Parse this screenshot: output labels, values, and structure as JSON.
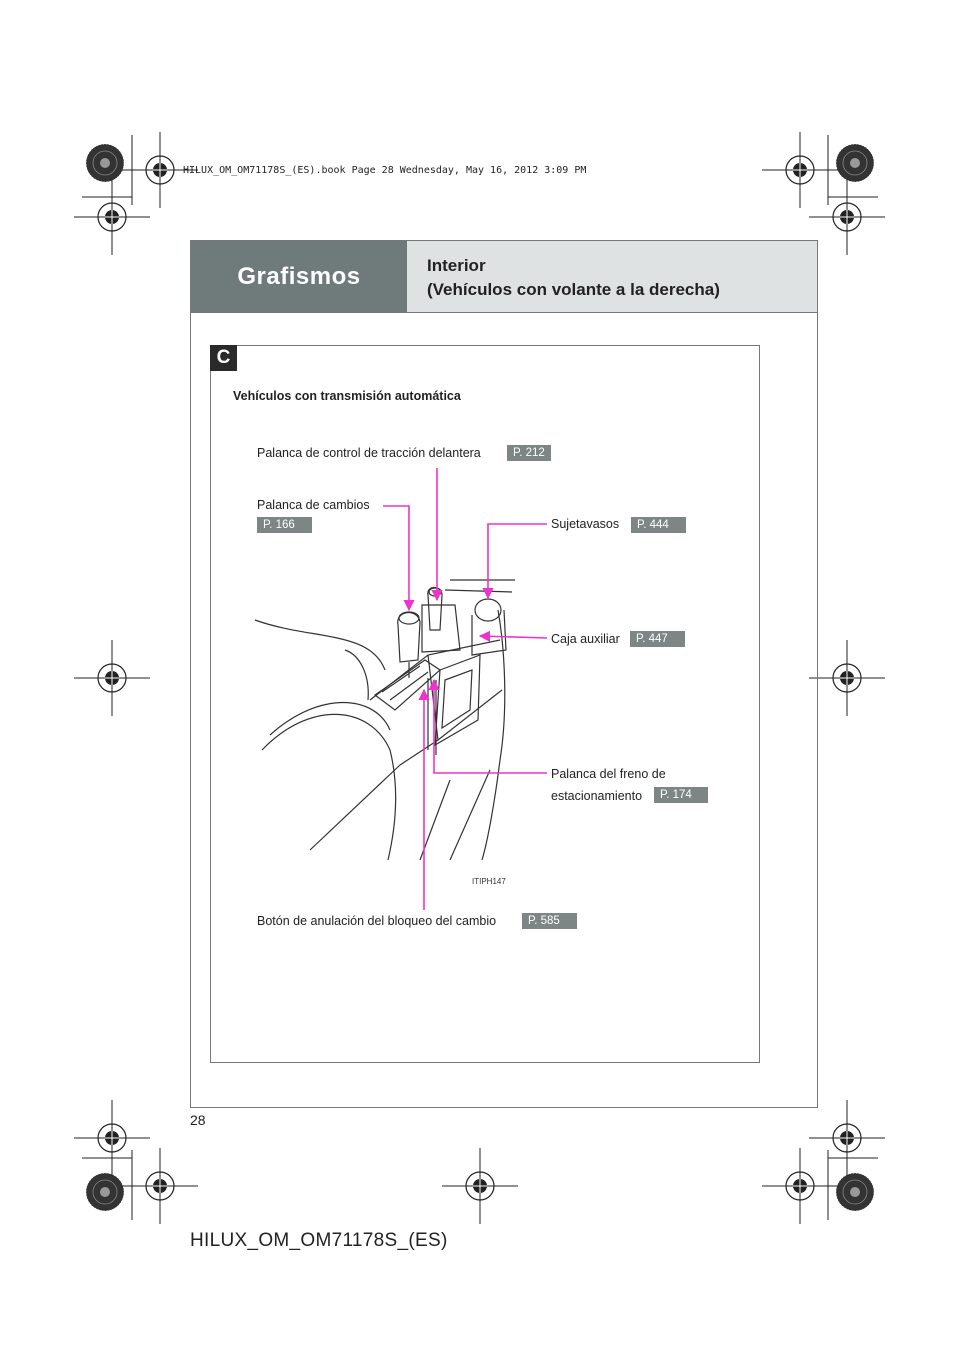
{
  "print_header": "HILUX_OM_OM71178S_(ES).book  Page 28  Wednesday, May 16, 2012  3:09 PM",
  "header": {
    "section": "Grafismos",
    "title_line1": "Interior",
    "title_line2": "(Vehículos con volante a la derecha)"
  },
  "panel": {
    "tab": "C",
    "caption": "Vehículos con transmisión automática",
    "image_code": "ITIPH147",
    "callouts": {
      "front_drive": {
        "label": "Palanca de control de tracción delantera",
        "ref": "P. 212"
      },
      "shift_lever": {
        "label": "Palanca de cambios",
        "ref": "P. 166"
      },
      "cup_holder": {
        "label": "Sujetavasos",
        "ref": "P. 444"
      },
      "aux_box": {
        "label": "Caja auxiliar",
        "ref": "P. 447"
      },
      "parking_brake": {
        "label_line1": "Palanca del freno de",
        "label_line2": "estacionamiento",
        "ref": "P. 174"
      },
      "shift_lock": {
        "label": "Botón de anulación del bloqueo del cambio",
        "ref": "P. 585"
      }
    }
  },
  "page_number": "28",
  "footer": "HILUX_OM_OM71178S_(ES)",
  "colors": {
    "header_dark": "#6f7a7a",
    "header_light": "#dfe2e2",
    "ref_badge": "#7d8585",
    "callout_line": "#ee33cc"
  },
  "icons": [
    "registration-mark-icon",
    "starburst-target-icon"
  ]
}
